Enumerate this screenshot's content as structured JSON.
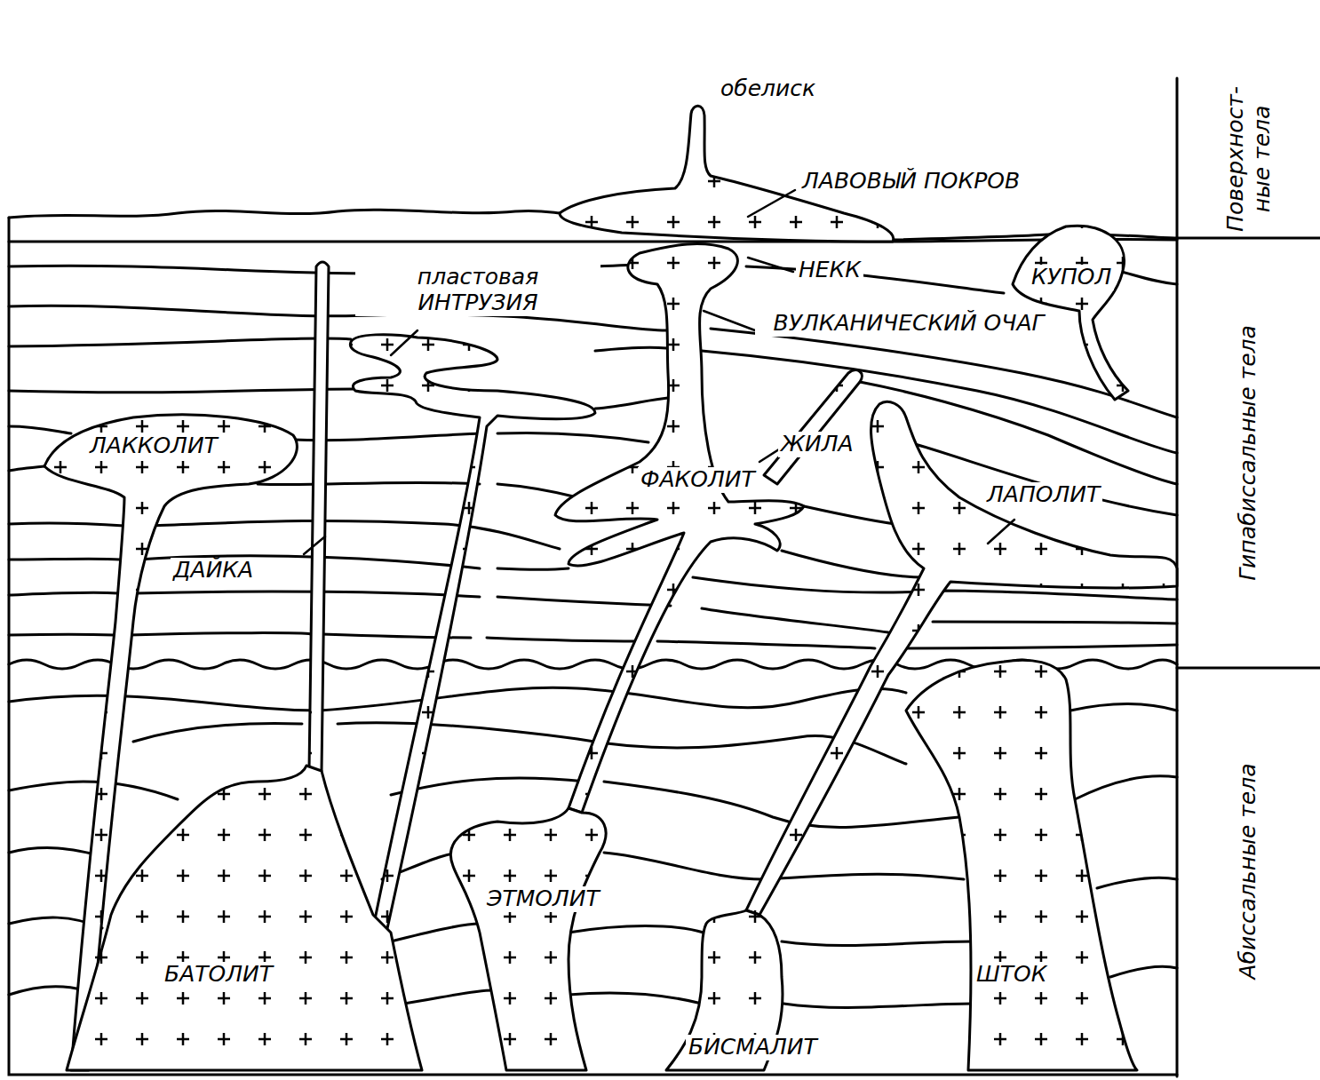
{
  "diagram": {
    "labels": [
      "обелиск",
      "ЛАВОВЫЙ ПОКРОВ",
      "пластовая ИНТРУЗИЯ",
      "НЕКК",
      "ВУЛКАНИЧЕСКИЙ ОЧАГ",
      "КУПОЛ",
      "ЛАККОЛИТ",
      "ДАЙКА",
      "ЖИЛА",
      "ФАКОЛИТ",
      "ЛАПОЛИТ",
      "ЭТМОЛИТ",
      "БАТОЛИТ",
      "БИСМАЛИТ",
      "ШТОК",
      "Поверхност- ные тела",
      "Гипабиссальные тела",
      "Абиссальные тела"
    ]
  }
}
